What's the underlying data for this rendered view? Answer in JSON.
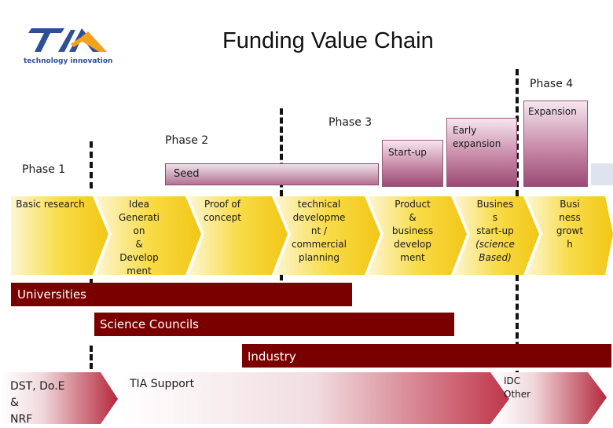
{
  "logo": {
    "text": "technology innovation",
    "mark": "TIA"
  },
  "title": "Funding Value Chain",
  "phases": {
    "phase1": "Phase 1",
    "phase2": "Phase 2",
    "phase3": "Phase 3",
    "phase4": "Phase 4"
  },
  "stages": {
    "seed": "Seed",
    "startup": "Start-up",
    "early_expansion": "Early expansion",
    "expansion": "Expansion"
  },
  "activities": [
    {
      "line1": "Basic research"
    },
    {
      "lines": [
        "Idea",
        "Generati",
        "on",
        "&",
        "Develop",
        "ment"
      ]
    },
    {
      "lines": [
        "Proof of",
        "concept"
      ]
    },
    {
      "lines": [
        "technical",
        "developme",
        "nt /",
        "commercial",
        "planning"
      ]
    },
    {
      "lines": [
        "Product",
        "&",
        "business",
        "develop",
        "ment"
      ]
    },
    {
      "lines": [
        "Busines",
        "s",
        "start-up",
        "(science",
        "Based)"
      ]
    },
    {
      "lines": [
        "Busi",
        "ness",
        "growt",
        "h"
      ]
    }
  ],
  "bars": {
    "universities": "Universities",
    "science_councils": "Science Councils",
    "industry": "Industry"
  },
  "funders": {
    "dst": [
      "DST, Do.E",
      "&",
      "NRF"
    ],
    "tia": "TIA Support",
    "idc": [
      "IDC",
      "Other"
    ]
  },
  "colors": {
    "bar_red": "#7a0000",
    "arrow_yellow": "#f3c91d",
    "stage_purple": "#9c4a74"
  }
}
